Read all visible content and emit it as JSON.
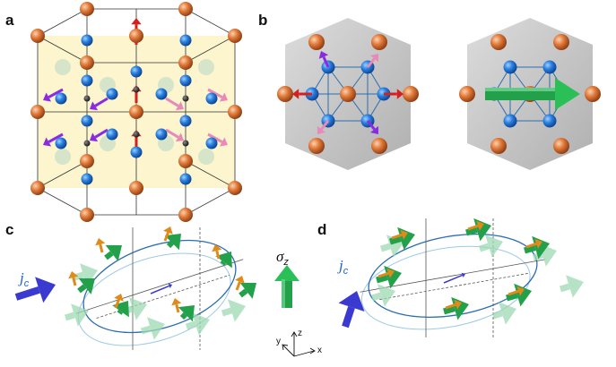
{
  "panels": {
    "a": "a",
    "b": "b",
    "c": "c",
    "d": "d"
  },
  "current_symbol": "j",
  "current_sub": "c",
  "spin_symbol": "σ",
  "spin_sub": "z",
  "axes": {
    "x": "x",
    "y": "y",
    "z": "z"
  },
  "colors": {
    "manganese": "#1e6fd6",
    "tin": "#e07a3a",
    "background_cell": "#fbf3c6",
    "hexagon": "#c8c8c8",
    "spin_green": "#22a04a",
    "spin_orange": "#e08a1a",
    "arrow_purple": "#8a2be2",
    "arrow_pink": "#e88ab8",
    "arrow_red": "#d62020",
    "current_blue": "#3a3ad0",
    "ellipse": "#2a6db0"
  },
  "icons": [
    "current-arrow-icon",
    "spin-arrow-icon",
    "axis-triad-icon"
  ]
}
